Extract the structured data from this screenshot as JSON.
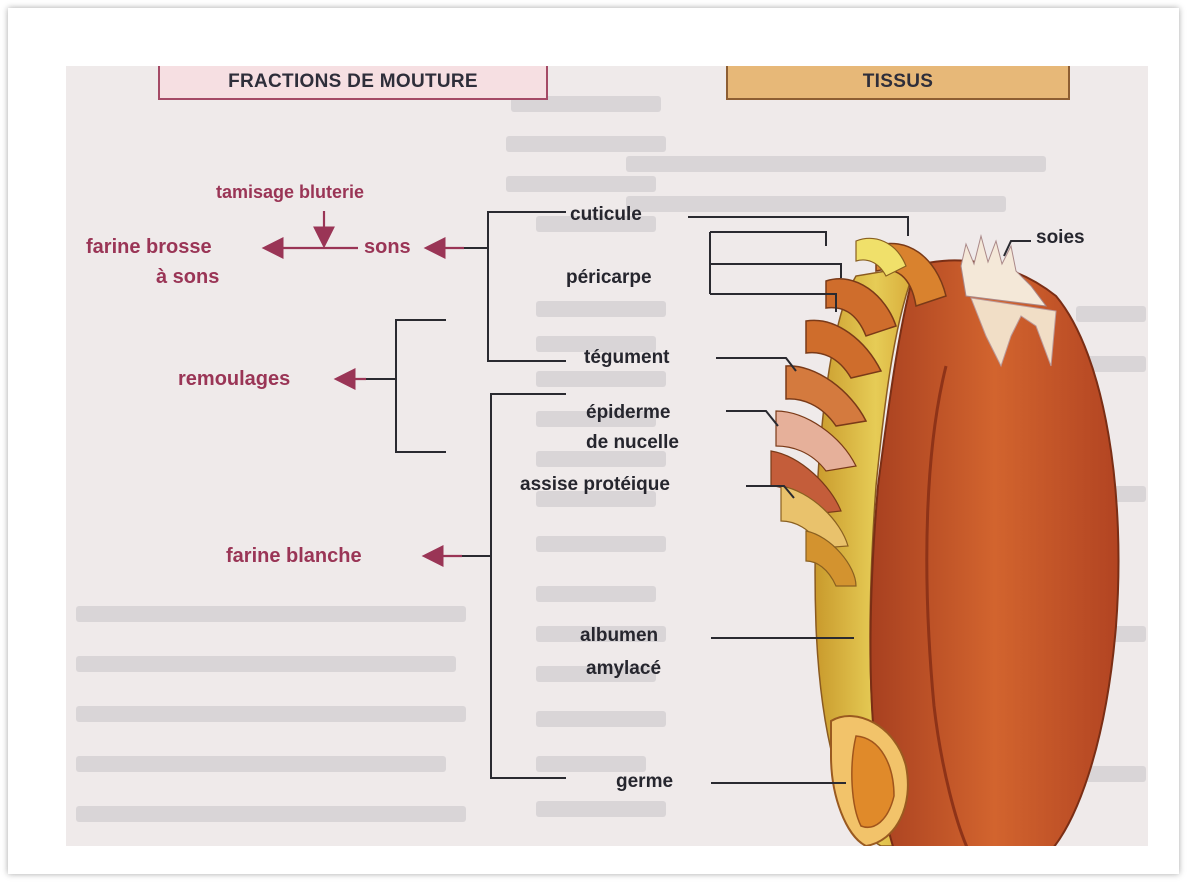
{
  "headers": {
    "fractions": "FRACTIONS DE MOUTURE",
    "tissus": "TISSUS"
  },
  "fractions": {
    "tamisage": "tamisage bluterie",
    "farine_brosse_line1": "farine brosse",
    "farine_brosse_line2": "à sons",
    "sons": "sons",
    "remoulages": "remoulages",
    "farine_blanche": "farine blanche"
  },
  "tissus": {
    "cuticule": "cuticule",
    "pericarpe": "péricarpe",
    "tegument": "tégument",
    "epiderme_line1": "épiderme",
    "epiderme_line2": "de nucelle",
    "assise": "assise protéique",
    "albumen_line1": "albumen",
    "albumen_line2": "amylacé",
    "germe": "germe",
    "soies": "soies"
  },
  "colors": {
    "fraction_text": "#9a3556",
    "tissue_text": "#26262e",
    "header_left_bg": "#f6dfe2",
    "header_right_bg": "#e7b878",
    "grain_outer": "#c8582a",
    "grain_inner": "#d9b63a"
  }
}
